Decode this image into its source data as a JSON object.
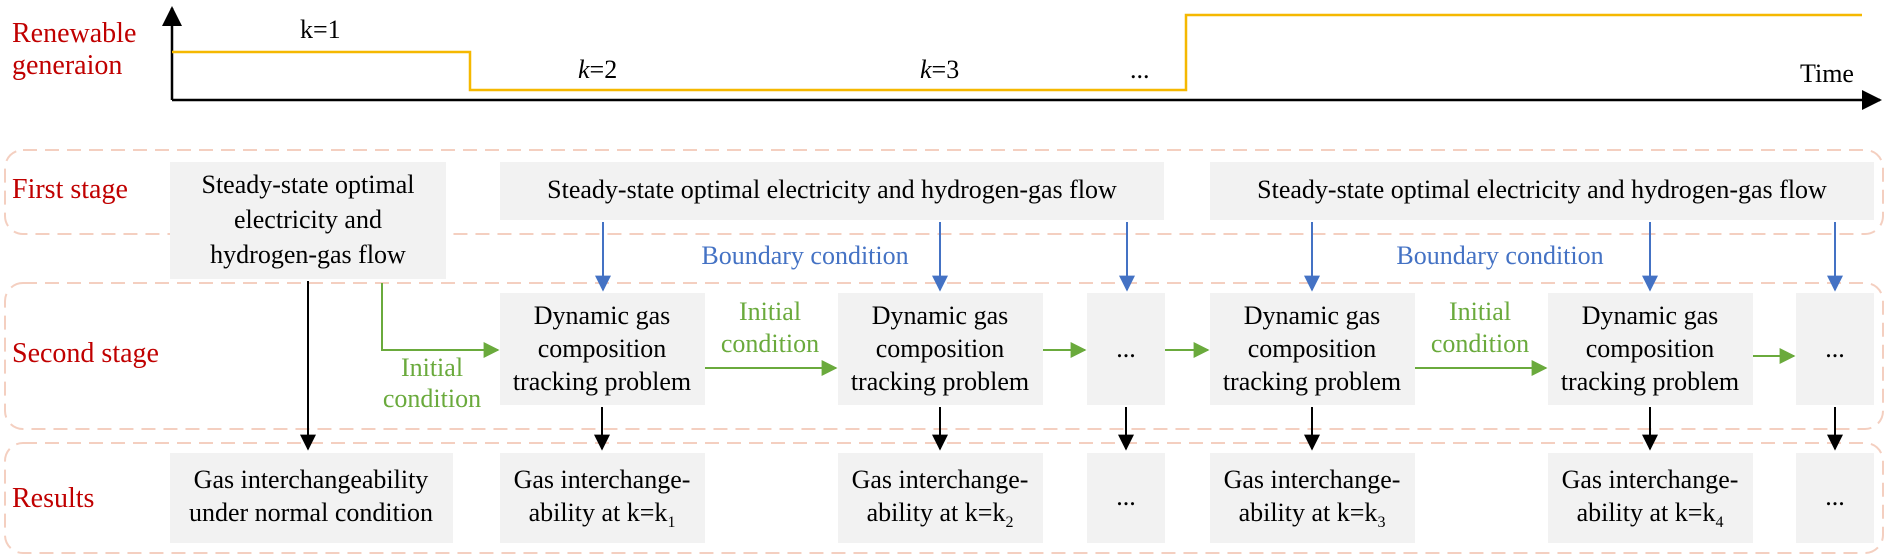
{
  "row_labels": {
    "renewable_line1": "Renewable",
    "renewable_line2": "generaion",
    "first": "First stage",
    "second": "Second stage",
    "results": "Results"
  },
  "timeline": {
    "axis_label": "Time",
    "k1": "k=1",
    "k2_k": "k",
    "k2_rest": "=2",
    "k3_k": "k",
    "k3_rest": "=3",
    "ellipsis": "...",
    "colors": {
      "generation": "#f5b800",
      "axis": "#000000"
    }
  },
  "first_stage": {
    "left_box": [
      "Steady-state optimal",
      "electricity and",
      "hydrogen-gas flow"
    ],
    "wide_box_1": "Steady-state optimal electricity and hydrogen-gas flow",
    "wide_box_2": "Steady-state optimal electricity and hydrogen-gas flow",
    "boundary_1": "Boundary condition",
    "boundary_2": "Boundary condition"
  },
  "second_stage": {
    "dyn_box_1": [
      "Dynamic gas",
      "composition",
      "tracking problem"
    ],
    "dyn_box_2": [
      "Dynamic gas",
      "composition",
      "tracking problem"
    ],
    "dyn_box_3": [
      "Dynamic gas",
      "composition",
      "tracking problem"
    ],
    "dyn_box_4": [
      "Dynamic gas",
      "composition",
      "tracking problem"
    ],
    "ellipsis_1": "...",
    "ellipsis_2": "...",
    "initial_left": [
      "Initial",
      "condition"
    ],
    "initial_mid_1": [
      "Initial",
      "condition"
    ],
    "initial_mid_2": [
      "Initial",
      "condition"
    ]
  },
  "results": {
    "normal": [
      "Gas interchangeability",
      "under normal condition"
    ],
    "r1": [
      "Gas interchange-",
      "ability at k=k",
      "1"
    ],
    "r2": [
      "Gas interchange-",
      "ability at k=k",
      "2"
    ],
    "r3": [
      "Gas interchange-",
      "ability at k=k",
      "3"
    ],
    "r4": [
      "Gas interchange-",
      "ability at k=k",
      "4"
    ],
    "ellipsis_1": "...",
    "ellipsis_2": "..."
  },
  "colors": {
    "row_label": "#c00000",
    "initial_condition": "#6aaa3c",
    "boundary_condition": "#4472c4",
    "stage_border": "#f4cfc0",
    "box_fill": "#f2f2f2"
  }
}
